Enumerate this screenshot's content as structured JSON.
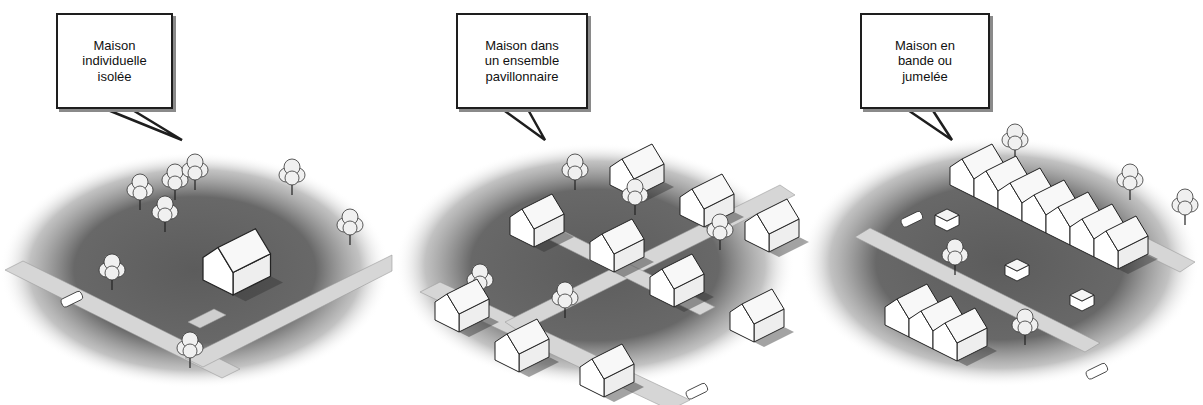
{
  "diagram": {
    "nodes": [
      {
        "text": [
          "Maison individuelle isolée"
        ]
      },
      {
        "text": [
          "Maison dans un ensemble pavillonnaire"
        ]
      },
      {
        "text": [
          "Maison en bande ou jumelée"
        ]
      }
    ]
  }
}
